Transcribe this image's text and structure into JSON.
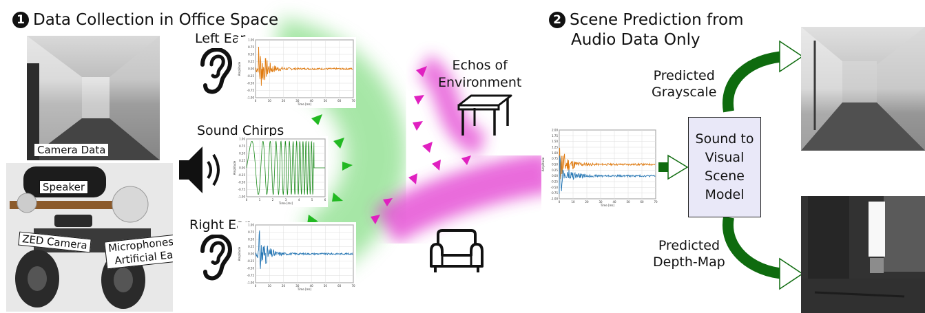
{
  "section1": {
    "number": "1",
    "title": "Data Collection in Office Space"
  },
  "section2": {
    "number": "2",
    "title_lines": [
      "Scene Prediction from",
      "Audio Data Only"
    ]
  },
  "camera_label": "Camera Data",
  "robot_labels": {
    "speaker": "Speaker",
    "zed_camera": "ZED Camera",
    "microphones": [
      "Microphones in",
      "Artificial Ears"
    ]
  },
  "audio_labels": {
    "left_ear": "Left Ear",
    "sound_chirps": "Sound Chirps",
    "right_ear": "Right Ear"
  },
  "echos_label": [
    "Echos of",
    "Environment"
  ],
  "model_label": [
    "Sound to",
    "Visual",
    "Scene",
    "Model"
  ],
  "predicted_grayscale": [
    "Predicted",
    "Grayscale"
  ],
  "predicted_depth": [
    "Predicted",
    "Depth-Map"
  ],
  "plot_axes": {
    "ear_ylabel": "Amplitude",
    "ear_xlabel": "Time [ms]",
    "ear_yticks": [
      "1.00",
      "0.75",
      "0.50",
      "0.25",
      "0.00",
      "-0.25",
      "-0.50",
      "-0.75",
      "-1.00"
    ],
    "ear_xticks": [
      "0",
      "10",
      "20",
      "30",
      "40",
      "50",
      "60",
      "70"
    ],
    "chirp_yticks": [
      "1.00",
      "0.75",
      "0.50",
      "0.25",
      "0.00",
      "-0.25",
      "-0.50",
      "-0.75",
      "-1.00"
    ],
    "chirp_xticks": [
      "0",
      "1",
      "2",
      "3",
      "4",
      "5",
      "6"
    ],
    "chirp_xlabel": "Time [ms]",
    "chirp_ylabel": "Amplitude",
    "combo_yticks": [
      "2.00",
      "1.75",
      "1.50",
      "1.25",
      "1.00",
      "0.75",
      "0.50",
      "0.25",
      "0.00",
      "-0.25",
      "-0.50",
      "-0.75",
      "-1.00"
    ],
    "combo_xticks": [
      "0",
      "10",
      "20",
      "30",
      "40",
      "50",
      "60",
      "70"
    ]
  },
  "colors": {
    "left_signal": "#e07b10",
    "right_signal": "#2878b5",
    "chirp_signal": "#1a8a1a",
    "arrow_green": "#0e6b0e",
    "echo_magenta": "#e020c0",
    "model_fill": "#e9e8f8"
  }
}
